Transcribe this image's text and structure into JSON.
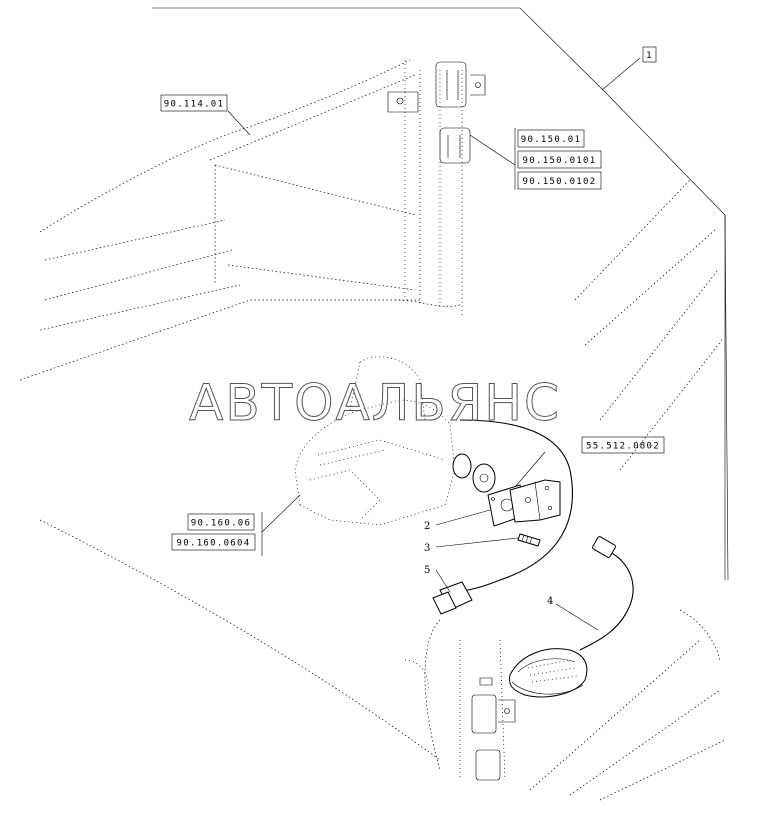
{
  "watermark": "АВТОАЛЬЯНС",
  "callouts": {
    "main_ref": "1",
    "ref_top_left": "90.114.01",
    "ref_hinge_1": "90.150.01",
    "ref_hinge_2": "90.150.0101",
    "ref_hinge_3": "90.150.0102",
    "ref_bracket": "55.512.0802",
    "ref_seat_1": "90.160.06",
    "ref_seat_2": "90.160.0604"
  },
  "part_numbers": {
    "p2": "2",
    "p3": "3",
    "p4": "4",
    "p5": "5"
  }
}
